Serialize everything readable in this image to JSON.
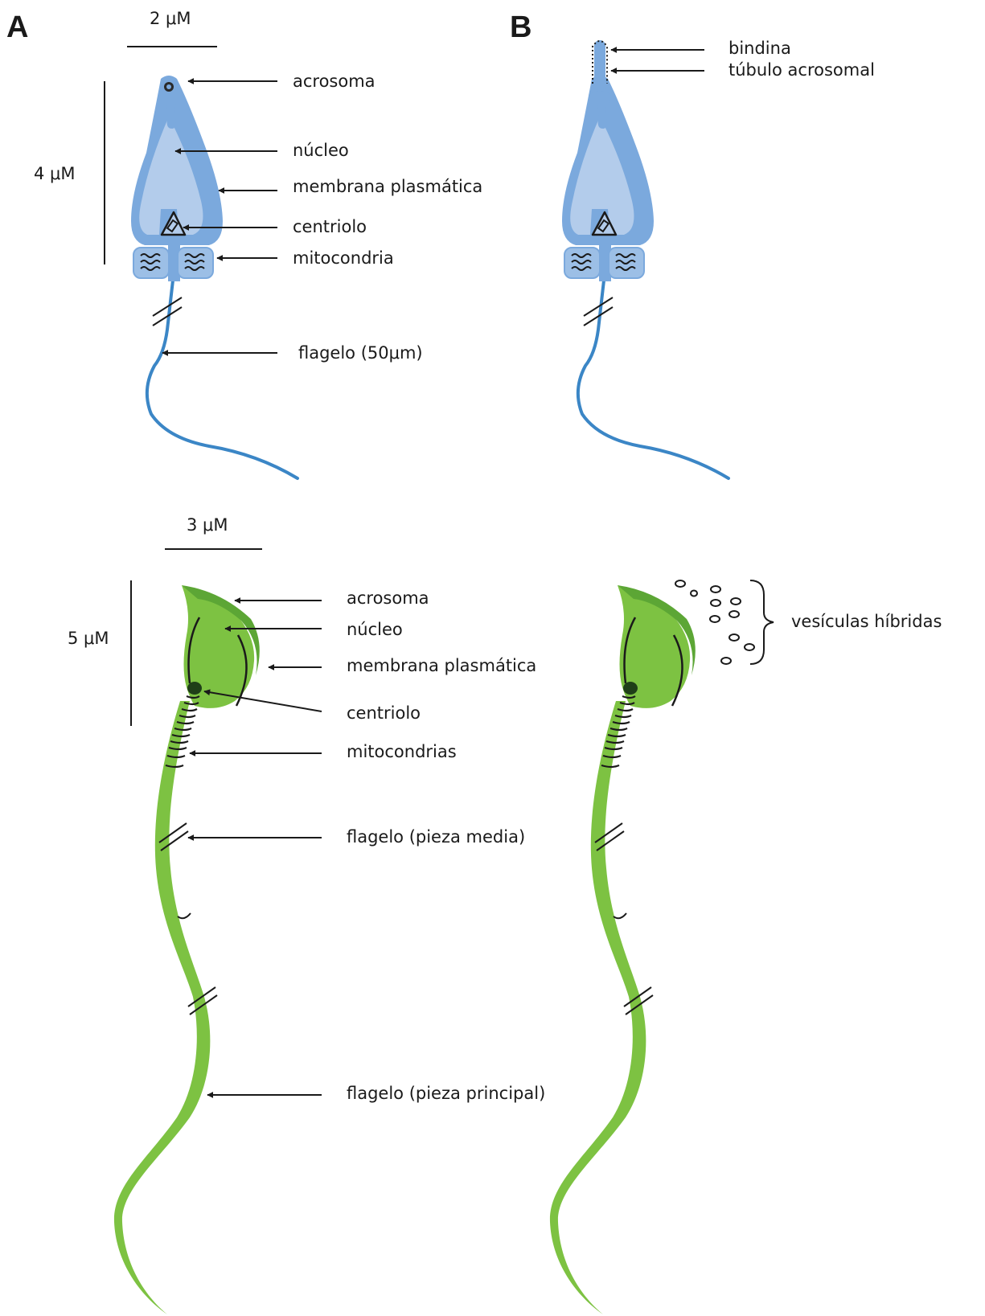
{
  "panels": {
    "a": "A",
    "b": "B"
  },
  "colors": {
    "sea_urchin_outer": "#7ba9dd",
    "sea_urchin_inner": "#b3cceb",
    "flagellum_blue": "#3b86c6",
    "mammal_light": "#7dc242",
    "mammal_dark": "#5ca635",
    "outline": "#1a1a1a"
  },
  "top": {
    "scale_bar_label": "2 μM",
    "length_bar_label": "4 μM",
    "labels": {
      "acrosome": "acrosoma",
      "nucleus": "núcleo",
      "membrane": "membrana plasmática",
      "centriole": "centriolo",
      "mitochondria": "mitocondria",
      "flagellum": "flagelo (50μm)",
      "bindin": "bindina",
      "acrosomal_tubule": "túbulo acrosomal"
    }
  },
  "bottom": {
    "scale_bar_label": "3 μM",
    "length_bar_label": "5 μM",
    "labels": {
      "acrosome": "acrosoma",
      "nucleus": "núcleo",
      "membrane": "membrana plasmática",
      "centriole": "centriolo",
      "mitochondria": "mitocondrias",
      "midpiece": "flagelo (pieza media)",
      "principal_piece": "flagelo (pieza principal)",
      "hybrid_vesicles": "vesículas híbridas"
    }
  }
}
